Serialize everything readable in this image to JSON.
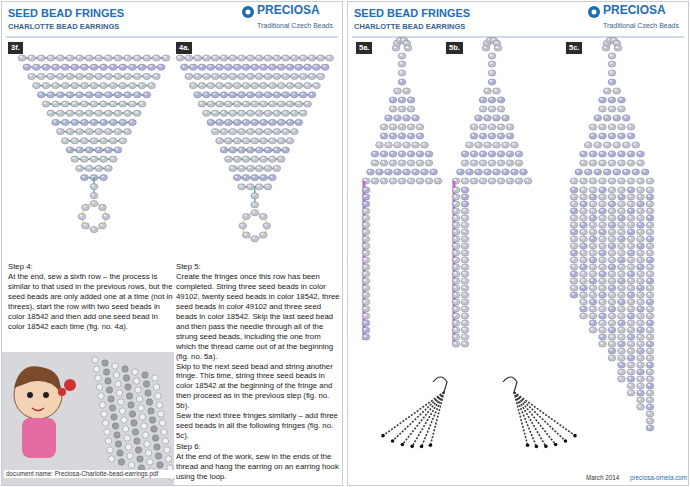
{
  "diagram": {
    "labels": [
      "SEED BEAD FRINGES",
      "CHARLOTTE BEAD EARRINGS",
      "PRECIOSA",
      "Traditional Czech Beads",
      "3f.",
      "4a.",
      "Step 4:",
      "At the end, sew a sixth row – the process is similar to that used in the previous rows, but the seed beads are only added one at a time (not in threes), start the row with two seed beads in color 18542 and then add one seed bead in color 18542 each time (fig. no. 4a).",
      "Step 5:",
      "Create the fringes once this row has been completed. String three seed beads in color 49102, twenty seed beads in color 18542, three seed beads in color 49102 and three seed beads in color 18542. Skip the last seed bead and then pass the needle through all of the strung seed beads, including the one from which the thread came out of at the beginning (fig. no. 5a).",
      "Skip to the next seed bead and string another fringe. This time, string three seed beads in color 18542 at the beginning of the fringe and then proceed as in the previous step (fig. no. 5b).",
      "Sew the next three fringes similarly – add three seed beads in all the following fringes (fig. no. 5c).",
      "Step 6:",
      "At the end of the work, sew in the ends of the thread and hang the earring on an earring hook using the loop.",
      "document name: Preciosa-Charlotte-bead-earrings.pdf",
      "SEED BEAD FRINGES",
      "CHARLOTTE BEAD EARRINGS",
      "PRECIOSA",
      "Traditional Czech Beads",
      "5a.",
      "5b.",
      "5c.",
      "March 2014",
      "preciosa-ornela.com"
    ]
  }
}
